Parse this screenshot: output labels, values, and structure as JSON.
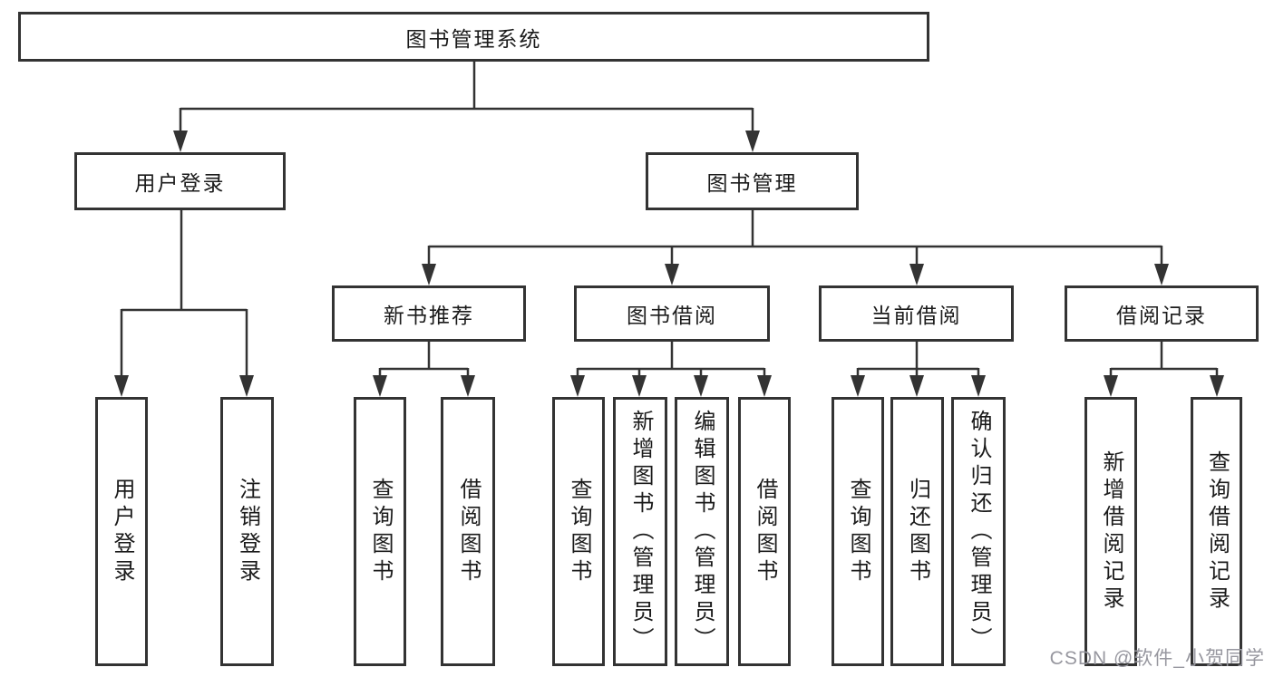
{
  "diagram": {
    "type": "hierarchy-tree",
    "root": {
      "label": "图书管理系统",
      "children": [
        {
          "label": "用户登录",
          "children": [
            {
              "label": "用户登录"
            },
            {
              "label": "注销登录"
            }
          ]
        },
        {
          "label": "图书管理",
          "children": [
            {
              "label": "新书推荐",
              "children": [
                {
                  "label": "查询图书"
                },
                {
                  "label": "借阅图书"
                }
              ]
            },
            {
              "label": "图书借阅",
              "children": [
                {
                  "label": "查询图书"
                },
                {
                  "label": "新增图书（管理员）"
                },
                {
                  "label": "编辑图书（管理员）"
                },
                {
                  "label": "借阅图书"
                }
              ]
            },
            {
              "label": "当前借阅",
              "children": [
                {
                  "label": "查询图书"
                },
                {
                  "label": "归还图书"
                },
                {
                  "label": "确认归还（管理员）"
                }
              ]
            },
            {
              "label": "借阅记录",
              "children": [
                {
                  "label": "新增借阅记录"
                },
                {
                  "label": "查询借阅记录"
                }
              ]
            }
          ]
        }
      ]
    }
  },
  "watermark": {
    "text": "CSDN @软件_小贺同学"
  },
  "colors": {
    "line": "#333333",
    "box_border": "#333333",
    "box_fill": "#ffffff",
    "text": "#1b1b1b",
    "watermark": "#97979f",
    "background": "#ffffff"
  }
}
